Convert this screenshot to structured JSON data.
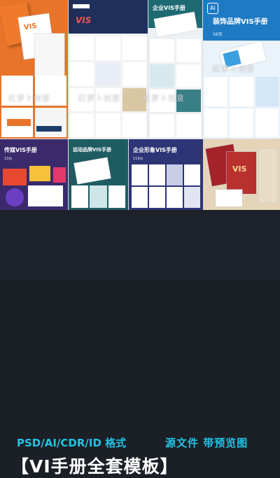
{
  "tiles": {
    "blue_title": "装饰品牌VIS手册",
    "blue_pages": "56页",
    "teal_title": "企业VIS手册",
    "navy_logo": "VIS",
    "purple_title": "传媒VIS手册",
    "purple_pages": "13页",
    "teal2_title": "运动品牌VIS手册",
    "indigo_title": "企业形象VIS手册",
    "indigo_pages": "116页",
    "gold_logo": "VIS",
    "orange_logo": "VIS"
  },
  "watermark": "红萝卜创意",
  "ai_badge": "Ai",
  "bottom": {
    "formats": "PSD/AI/CDR/ID 格式",
    "features": "源文件 带预览图",
    "banner": "【VI手册全套模板】"
  },
  "colors": {
    "accent": "#22c3e6",
    "orange": "#e8742a",
    "navy": "#2d3576",
    "teal": "#1e5c62",
    "purple": "#3a2a6c"
  }
}
